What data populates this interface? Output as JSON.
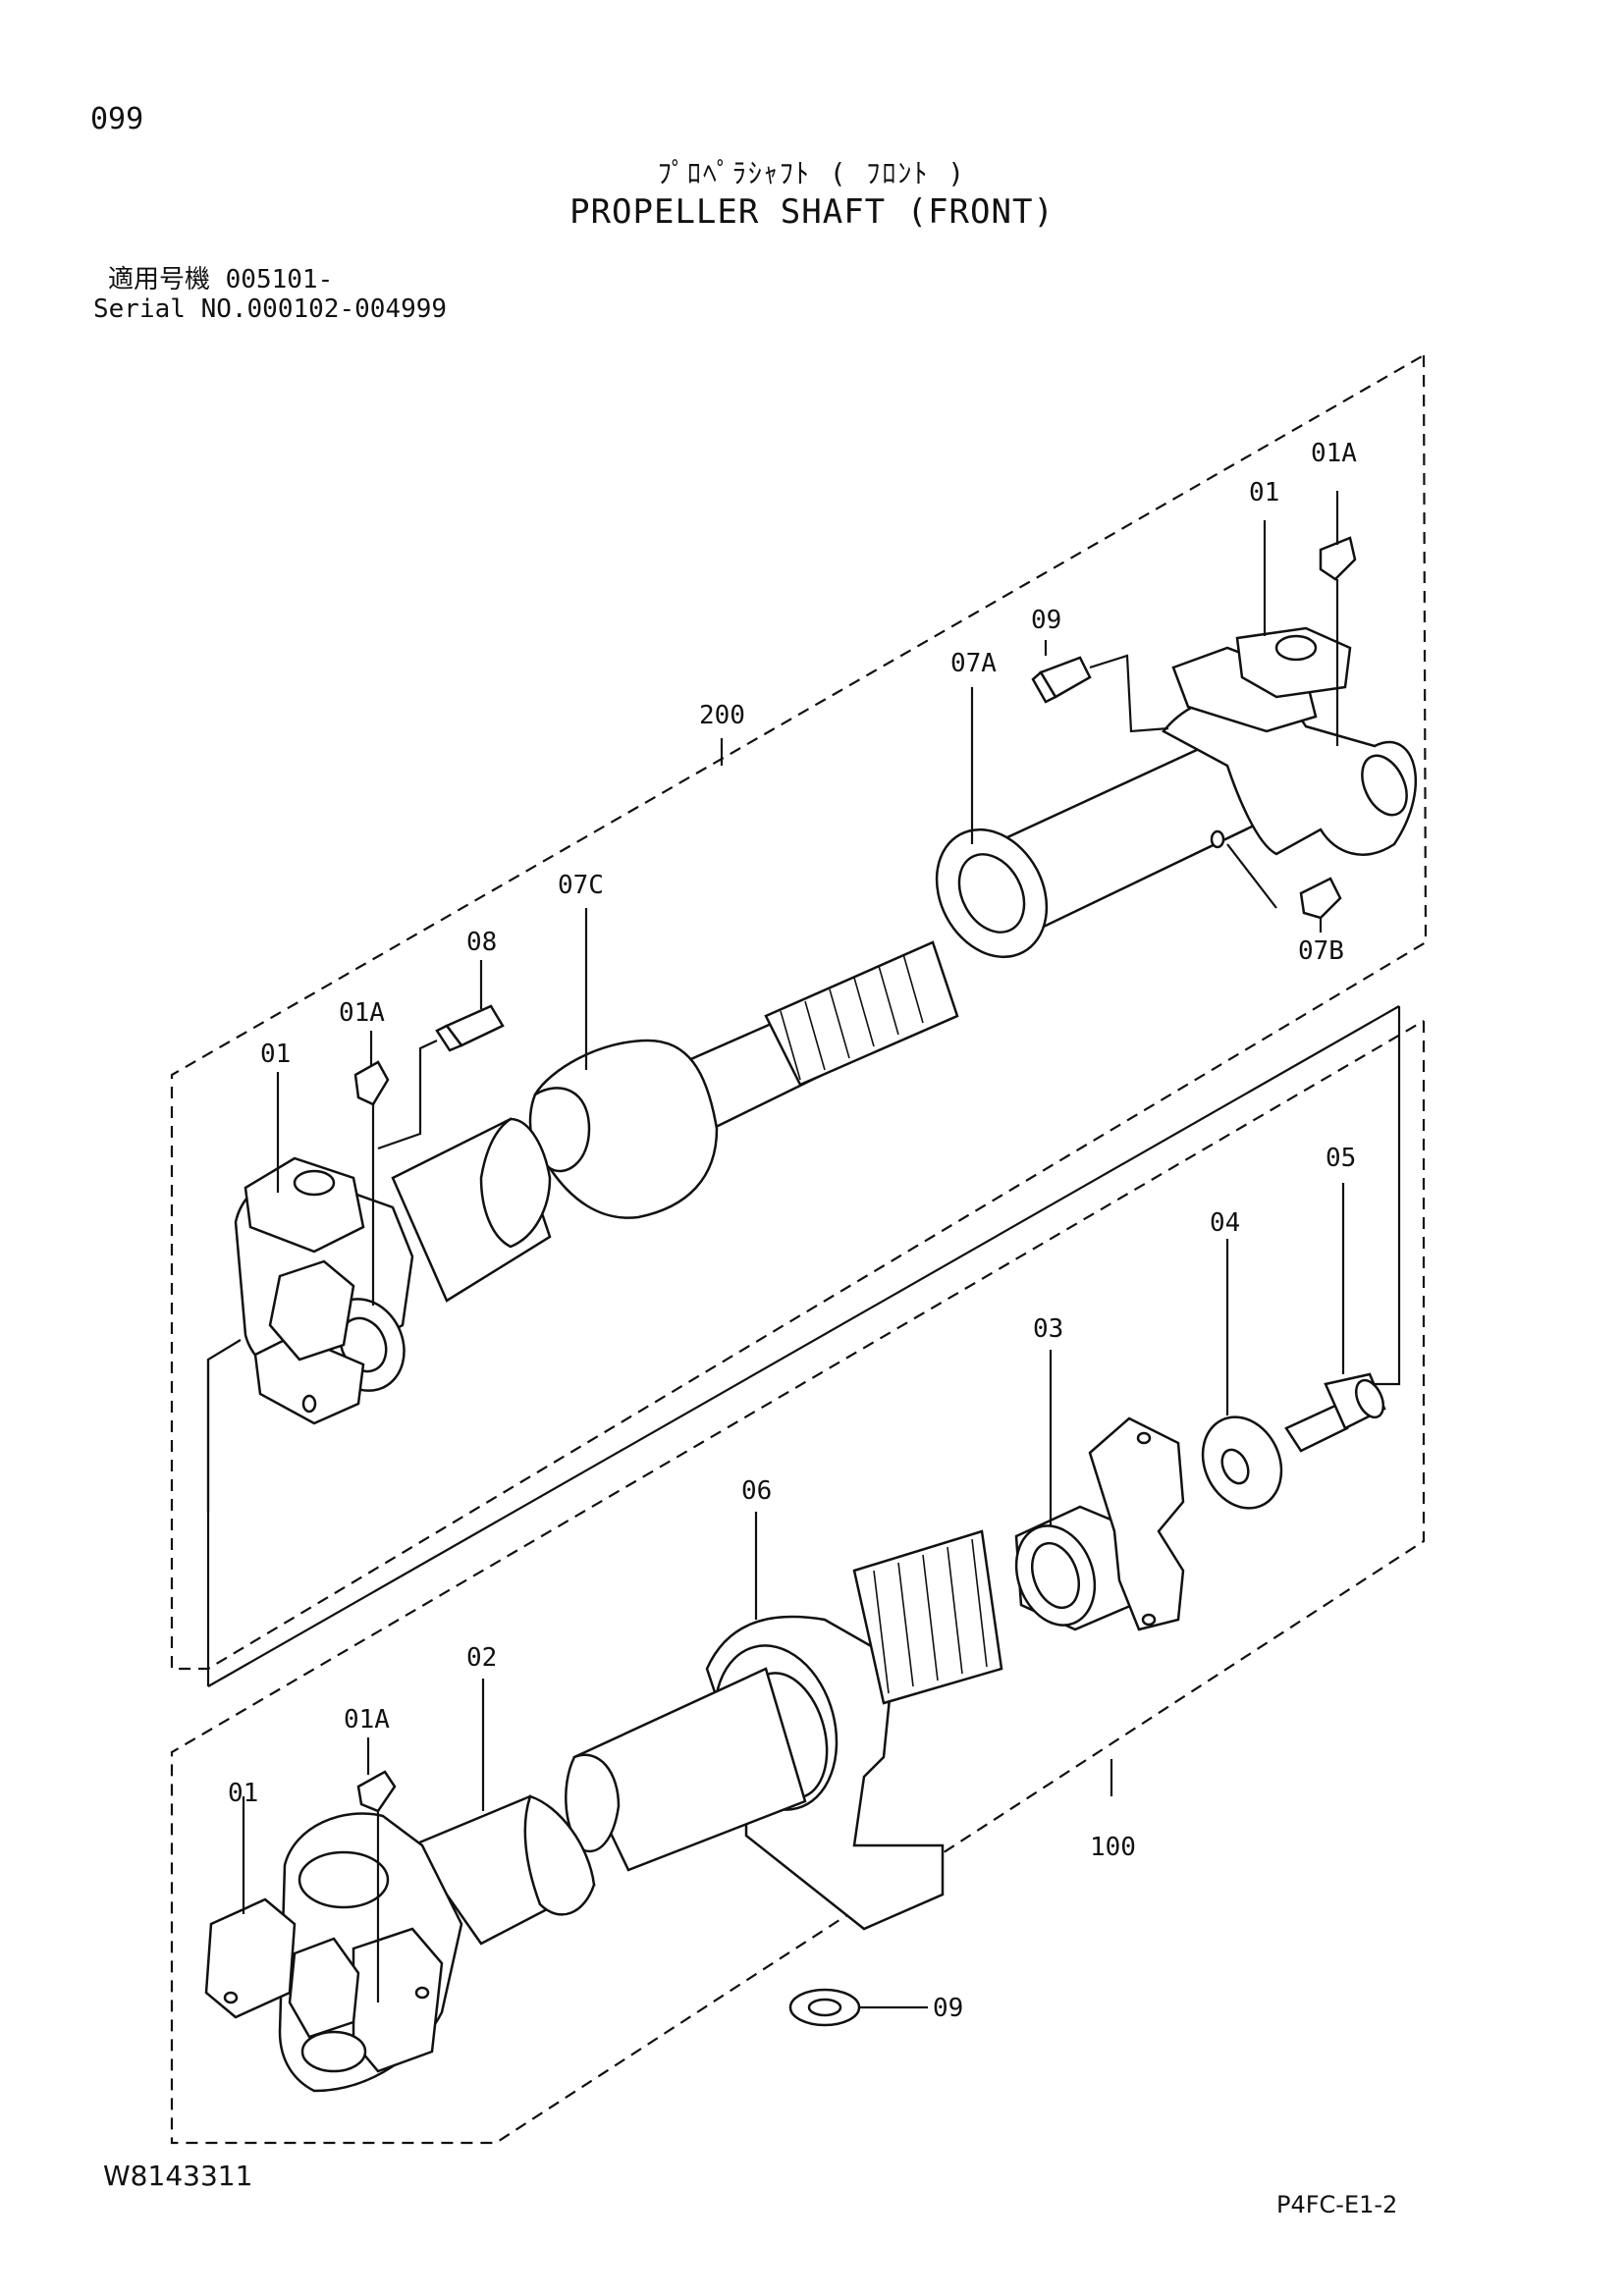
{
  "page": {
    "number": "099",
    "title_jp": "ﾌﾟﾛﾍﾟﾗｼｬﾌﾄ ( ﾌﾛﾝﾄ )",
    "title_en": "PROPELLER SHAFT (FRONT)",
    "serial_jp": "適用号機 005101-",
    "serial_en": "Serial NO.000102-004999",
    "doc_number": "W8143311",
    "page_ref": "P4FC-E1-2"
  },
  "callouts": {
    "upper_01A_right": "01A",
    "upper_01_right": "01",
    "upper_09": "09",
    "upper_07A": "07A",
    "upper_200": "200",
    "upper_07C": "07C",
    "upper_08": "08",
    "upper_01A_left": "01A",
    "upper_01_left": "01",
    "upper_07B": "07B",
    "mid_05": "05",
    "mid_04": "04",
    "mid_03": "03",
    "lower_06": "06",
    "lower_02": "02",
    "lower_01A": "01A",
    "lower_01": "01",
    "lower_100": "100",
    "lower_09": "09"
  }
}
